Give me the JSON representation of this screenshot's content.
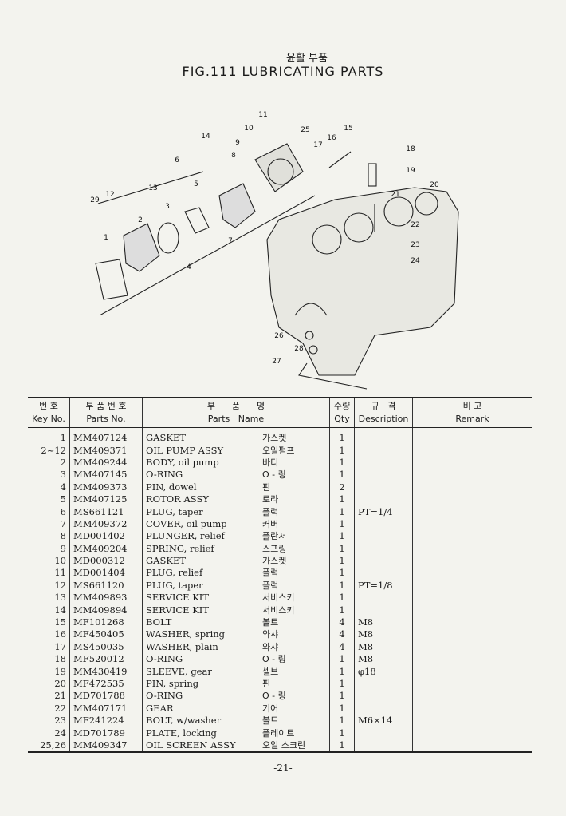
{
  "header": {
    "title_korean": "윤활 부품",
    "title": "FIG.111   LUBRICATING PARTS"
  },
  "diagram": {
    "callouts": [
      "11",
      "10",
      "9",
      "8",
      "14",
      "25",
      "15",
      "16",
      "17",
      "18",
      "19",
      "20",
      "21",
      "6",
      "5",
      "13",
      "12",
      "29",
      "3",
      "2",
      "1",
      "4",
      "7",
      "22",
      "23",
      "24",
      "26",
      "28",
      "27"
    ]
  },
  "table": {
    "headers": {
      "key_kr": "번 호",
      "key": "Key No.",
      "partno_kr": "부 품 번 호",
      "partno": "Parts No.",
      "name_kr": "부      품      명",
      "name": "Parts   Name",
      "qty_kr": "수량",
      "qty": "Qty",
      "desc_kr": "규   격",
      "desc": "Description",
      "remark_kr": "비 고",
      "remark": "Remark"
    },
    "rows": [
      {
        "key": "1",
        "part_no": "MM407124",
        "name": "GASKET",
        "name_kr": "가스켓",
        "qty": "1",
        "desc": "",
        "remark": ""
      },
      {
        "key": "2~12",
        "part_no": "MM409371",
        "name": "OIL PUMP ASSY",
        "name_kr": "오일펌프",
        "qty": "1",
        "desc": "",
        "remark": ""
      },
      {
        "key": "2",
        "part_no": "MM409244",
        "name": "BODY, oil pump",
        "name_kr": "바디",
        "qty": "1",
        "desc": "",
        "remark": ""
      },
      {
        "key": "3",
        "part_no": "MM407145",
        "name": "O-RING",
        "name_kr": "O - 링",
        "qty": "1",
        "desc": "",
        "remark": ""
      },
      {
        "key": "4",
        "part_no": "MM409373",
        "name": "PIN, dowel",
        "name_kr": "핀",
        "qty": "2",
        "desc": "",
        "remark": ""
      },
      {
        "key": "5",
        "part_no": "MM407125",
        "name": "ROTOR ASSY",
        "name_kr": "로라",
        "qty": "1",
        "desc": "",
        "remark": ""
      },
      {
        "key": "6",
        "part_no": "MS661121",
        "name": "PLUG, taper",
        "name_kr": "플럭",
        "qty": "1",
        "desc": "PT=1/4",
        "remark": ""
      },
      {
        "key": "7",
        "part_no": "MM409372",
        "name": "COVER, oil pump",
        "name_kr": "커버",
        "qty": "1",
        "desc": "",
        "remark": ""
      },
      {
        "key": "8",
        "part_no": "MD001402",
        "name": "PLUNGER, relief",
        "name_kr": "플란저",
        "qty": "1",
        "desc": "",
        "remark": ""
      },
      {
        "key": "9",
        "part_no": "MM409204",
        "name": "SPRING, relief",
        "name_kr": "스프링",
        "qty": "1",
        "desc": "",
        "remark": ""
      },
      {
        "key": "10",
        "part_no": "MD000312",
        "name": "GASKET",
        "name_kr": "가스켓",
        "qty": "1",
        "desc": "",
        "remark": ""
      },
      {
        "key": "11",
        "part_no": "MD001404",
        "name": "PLUG, relief",
        "name_kr": "플럭",
        "qty": "1",
        "desc": "",
        "remark": ""
      },
      {
        "key": "12",
        "part_no": "MS661120",
        "name": "PLUG, taper",
        "name_kr": "플럭",
        "qty": "1",
        "desc": "PT=1/8",
        "remark": ""
      },
      {
        "key": "13",
        "part_no": "MM409893",
        "name": "SERVICE KIT",
        "name_kr": "서비스키",
        "qty": "1",
        "desc": "",
        "remark": ""
      },
      {
        "key": "14",
        "part_no": "MM409894",
        "name": "SERVICE KIT",
        "name_kr": "서비스키",
        "qty": "1",
        "desc": "",
        "remark": ""
      },
      {
        "key": "15",
        "part_no": "MF101268",
        "name": "BOLT",
        "name_kr": "볼트",
        "qty": "4",
        "desc": "M8",
        "remark": ""
      },
      {
        "key": "16",
        "part_no": "MF450405",
        "name": "WASHER, spring",
        "name_kr": "와샤",
        "qty": "4",
        "desc": "M8",
        "remark": ""
      },
      {
        "key": "17",
        "part_no": "MS450035",
        "name": "WASHER, plain",
        "name_kr": "와샤",
        "qty": "4",
        "desc": "M8",
        "remark": ""
      },
      {
        "key": "18",
        "part_no": "MF520012",
        "name": "O-RING",
        "name_kr": "O - 링",
        "qty": "1",
        "desc": "M8",
        "remark": ""
      },
      {
        "key": "19",
        "part_no": "MM430419",
        "name": "SLEEVE, gear",
        "name_kr": "셀브",
        "qty": "1",
        "desc": "φ18",
        "remark": ""
      },
      {
        "key": "20",
        "part_no": "MF472535",
        "name": "PIN, spring",
        "name_kr": "핀",
        "qty": "1",
        "desc": "",
        "remark": ""
      },
      {
        "key": "21",
        "part_no": "MD701788",
        "name": "O-RING",
        "name_kr": "O - 링",
        "qty": "1",
        "desc": "",
        "remark": ""
      },
      {
        "key": "22",
        "part_no": "MM407171",
        "name": "GEAR",
        "name_kr": "기어",
        "qty": "1",
        "desc": "",
        "remark": ""
      },
      {
        "key": "23",
        "part_no": "MF241224",
        "name": "BOLT, w/washer",
        "name_kr": "볼트",
        "qty": "1",
        "desc": "M6×14",
        "remark": ""
      },
      {
        "key": "24",
        "part_no": "MD701789",
        "name": "PLATE, locking",
        "name_kr": "플레이트",
        "qty": "1",
        "desc": "",
        "remark": ""
      },
      {
        "key": "25,26",
        "part_no": "MM409347",
        "name": "OIL SCREEN ASSY",
        "name_kr": "오일  스크린",
        "qty": "1",
        "desc": "",
        "remark": ""
      }
    ]
  },
  "footer": {
    "page_number": "-21-"
  }
}
